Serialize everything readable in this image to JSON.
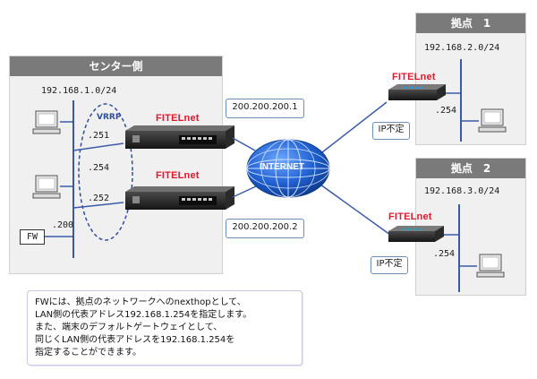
{
  "center": {
    "title": "センター側",
    "subnet": "192.168.1.0/24",
    "vrrp_label": "VRRP",
    "addr_251": ".251",
    "addr_254": ".254",
    "addr_252": ".252",
    "addr_200": ".200",
    "fw_label": "FW",
    "router1_brand": "FITELnet",
    "router2_brand": "FITELnet",
    "router1_wan": "200.200.200.1",
    "router2_wan": "200.200.200.2"
  },
  "internet": {
    "label": "INTERNET"
  },
  "site1": {
    "title": "拠点　1",
    "subnet": "192.168.2.0/24",
    "router_brand": "FITELnet",
    "lan_addr": ".254",
    "wan_note": "IP不定"
  },
  "site2": {
    "title": "拠点　2",
    "subnet": "192.168.3.0/24",
    "router_brand": "FITELnet",
    "lan_addr": ".254",
    "wan_note": "IP不定"
  },
  "note": {
    "line1": "FWには、拠点のネットワークへのnexthopとして、",
    "line2": "LAN側の代表アドレス192.168.1.254を指定します。",
    "line3": "また、端末のデフォルトゲートウェイとして、",
    "line4": "同じくLAN側の代表アドレスを192.168.1.254を",
    "line5": "指定することができます。"
  },
  "colors": {
    "panel_head": "#7a7a7a",
    "link": "#3a5aa8",
    "brand": "#e0182d",
    "globe": "#1f5fd0"
  }
}
